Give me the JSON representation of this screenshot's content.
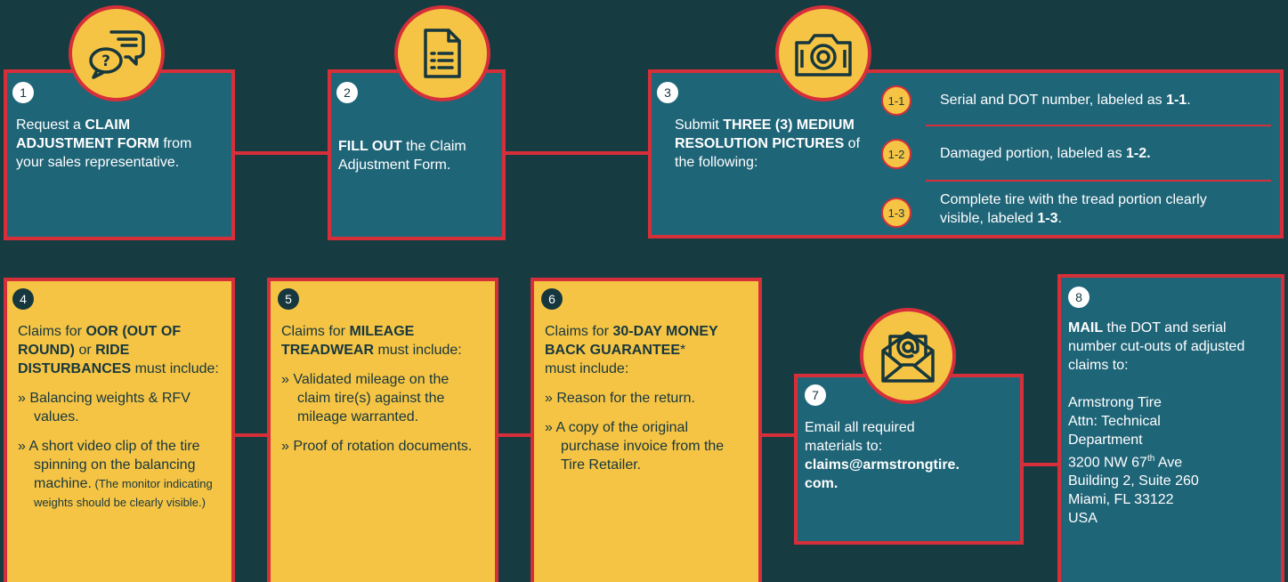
{
  "steps": {
    "s1": {
      "number": "1",
      "text_a": "Request a ",
      "text_b": "CLAIM ADJUSTMENT FORM",
      "text_c": " from your sales representative."
    },
    "s2": {
      "number": "2",
      "text_a": "FILL OUT",
      "text_b": " the Claim Adjustment Form."
    },
    "s3": {
      "number": "3",
      "text_a": "Submit ",
      "text_b": "THREE (3) MEDIUM RESOLUTION PICTURES",
      "text_c": " of the following:",
      "items": [
        {
          "badge": "1-1",
          "text": "Serial and DOT number, labeled as ",
          "bold": "1-1",
          "tail": "."
        },
        {
          "badge": "1-2",
          "text": "Damaged portion, labeled as ",
          "bold": "1-2.",
          "tail": ""
        },
        {
          "badge": "1-3",
          "text": "Complete tire with the tread portion clearly visible, labeled ",
          "bold": "1-3",
          "tail": "."
        }
      ]
    },
    "s4": {
      "number": "4",
      "text_a": "Claims for ",
      "text_b": "OOR (OUT OF ROUND)",
      "text_c": " or ",
      "text_d": "RIDE DISTURBANCES",
      "text_e": " must include:",
      "bullet1": "» Balancing weights & RFV values.",
      "bullet2": "» A short video clip of the tire spinning on the balancing machine.",
      "bullet2_small": " (The monitor indicating weights should be clearly visible.)"
    },
    "s5": {
      "number": "5",
      "text_a": "Claims for ",
      "text_b": "MILEAGE TREADWEAR",
      "text_c": " must include:",
      "bullet1": "» Validated mileage on the claim tire(s) against the mileage warranted.",
      "bullet2": "» Proof of rotation documents."
    },
    "s6": {
      "number": "6",
      "text_a": "Claims for ",
      "text_b": "30-DAY MONEY BACK GUARANTEE",
      "text_c": "*",
      "text_d": "must include:",
      "bullet1": "» Reason for the return.",
      "bullet2": "» A copy of the original purchase invoice from the Tire Retailer."
    },
    "s7": {
      "number": "7",
      "text_a": "Email all required materials to:",
      "email_a": "claims@armstrongtire.",
      "email_b": "com."
    },
    "s8": {
      "number": "8",
      "text_a": "MAIL",
      "text_b": " the DOT and serial number cut-outs of adjusted claims to:",
      "addr1": "Armstrong Tire",
      "addr2": "Attn: Technical",
      "addr3": "Department",
      "addr4a": "3200 NW 67",
      "addr4sup": "th",
      "addr4b": " Ave",
      "addr5": "Building 2, Suite 260",
      "addr6": "Miami, FL 33122",
      "addr7": "USA"
    }
  },
  "icons": {
    "step1": "chat-question-icon",
    "step2": "document-list-icon",
    "step3": "camera-icon",
    "step7": "email-at-icon"
  },
  "colors": {
    "background": "#163c42",
    "teal_box": "#1f6578",
    "yellow_box": "#f6c444",
    "red_border": "#d62f3a"
  }
}
